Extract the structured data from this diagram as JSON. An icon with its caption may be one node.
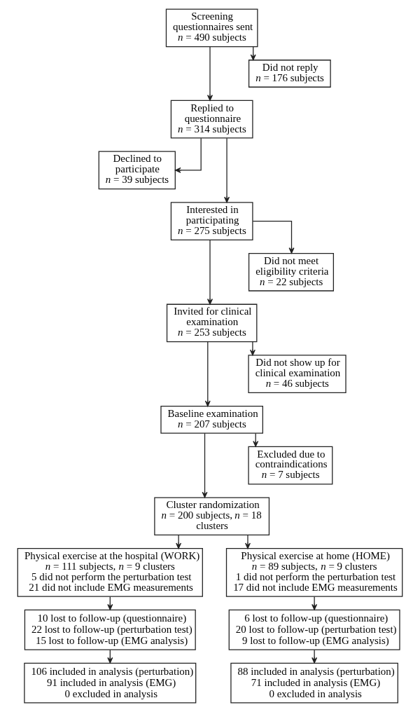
{
  "diagram": {
    "nodes": [
      {
        "text": [
          "Screening questionnaires sent",
          "*n* = 490 subjects"
        ]
      },
      {
        "text": [
          "Did not reply",
          "*n* = 176 subjects"
        ]
      },
      {
        "text": [
          "Replied to questionnaire",
          "*n* = 314 subjects"
        ]
      },
      {
        "text": [
          "Declined to participate",
          "*n* = 39 subjects"
        ]
      },
      {
        "text": [
          "Interested in participating",
          "*n* = 275 subjects"
        ]
      },
      {
        "text": [
          "Did not meet eligibility criteria",
          "*n* = 22 subjects"
        ]
      },
      {
        "text": [
          "Invited for clinical examination",
          "*n* = 253 subjects"
        ]
      },
      {
        "text": [
          "Did not show up for clinical examination",
          "*n* = 46 subjects"
        ]
      },
      {
        "text": [
          "Baseline examination",
          "*n* = 207 subjects"
        ]
      },
      {
        "text": [
          "Excluded due to contraindications",
          "*n* = 7 subjects"
        ]
      },
      {
        "text": [
          "Cluster randomization",
          "*n* = 200 subjects, *n* = 18 clusters"
        ]
      },
      {
        "text": [
          "Physical exercise at the hospital (WORK)",
          "*n* = 111 subjects, *n* = 9 clusters",
          "5 did not perform the perturbation test",
          "21 did not include EMG measurements"
        ]
      },
      {
        "text": [
          "Physical exercise at home (HOME)",
          "*n* = 89 subjects, *n* = 9 clusters",
          "1 did not perform the perturbation test",
          "17 did not include EMG measurements"
        ]
      },
      {
        "text": [
          "10 lost to follow-up (questionnaire)",
          "22 lost to follow-up (perturbation test)",
          "15 lost to follow-up (EMG analysis)"
        ]
      },
      {
        "text": [
          "6 lost to follow-up (questionnaire)",
          "20 lost to follow-up (perturbation test)",
          "9 lost to follow-up (EMG analysis)"
        ]
      },
      {
        "text": [
          "106 included in analysis (perturbation)",
          "91 included in analysis (EMG)",
          "0 excluded in analysis"
        ]
      },
      {
        "text": [
          "88 included in analysis (perturbation)",
          "71 included in analysis (EMG)",
          "0 excluded in analysis"
        ]
      }
    ],
    "edges": [
      {
        "from": 0,
        "to": 2,
        "arrow": "to"
      },
      {
        "from": 0,
        "to": 1,
        "arrow": "to"
      },
      {
        "from": 2,
        "to": 3,
        "arrow": "to"
      },
      {
        "from": 2,
        "to": 4,
        "arrow": "to"
      },
      {
        "from": 4,
        "to": 6,
        "arrow": "to"
      },
      {
        "from": 4,
        "to": 5,
        "arrow": "to"
      },
      {
        "from": 6,
        "to": 8,
        "arrow": "to"
      },
      {
        "from": 6,
        "to": 7,
        "arrow": "to"
      },
      {
        "from": 8,
        "to": 10,
        "arrow": "to"
      },
      {
        "from": 8,
        "to": 9,
        "arrow": "to"
      },
      {
        "from": 10,
        "to": 11,
        "arrow": "to"
      },
      {
        "from": 10,
        "to": 12,
        "arrow": "to"
      },
      {
        "from": 11,
        "to": 13,
        "arrow": "to"
      },
      {
        "from": 12,
        "to": 14,
        "arrow": "to"
      },
      {
        "from": 13,
        "to": 15,
        "arrow": "to"
      },
      {
        "from": 14,
        "to": 16,
        "arrow": "to"
      }
    ]
  }
}
